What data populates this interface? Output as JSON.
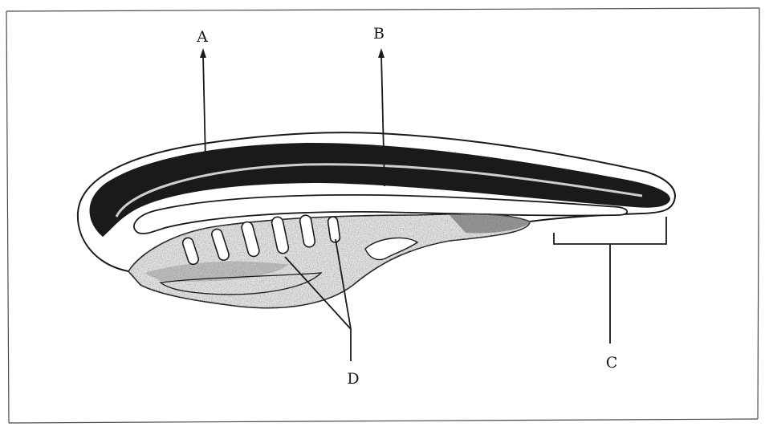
{
  "diagram": {
    "labels": {
      "a": "A",
      "b": "B",
      "c": "C",
      "d": "D"
    }
  },
  "colors": {
    "ink": "#1a1a1a",
    "paper": "#ffffff",
    "stipple": "#9a9a9a"
  }
}
